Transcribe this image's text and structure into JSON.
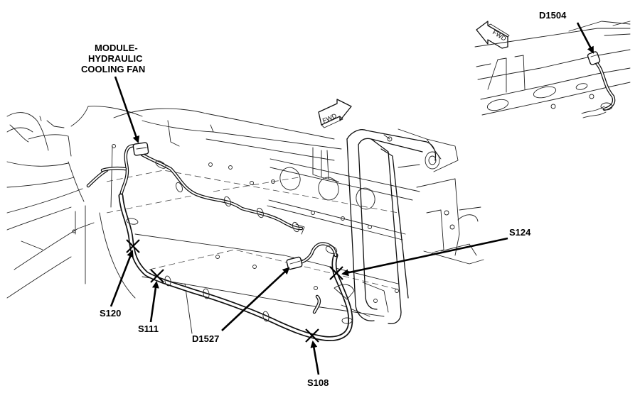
{
  "labels": {
    "module_line1": "MODULE-",
    "module_line2": "HYDRAULIC",
    "module_line3": "COOLING FAN",
    "d1504": "D1504",
    "s124": "S124",
    "s120": "S120",
    "s111": "S111",
    "d1527": "D1527",
    "s108": "S108"
  },
  "fwd": {
    "main": "FWD",
    "inset": "FWD"
  }
}
